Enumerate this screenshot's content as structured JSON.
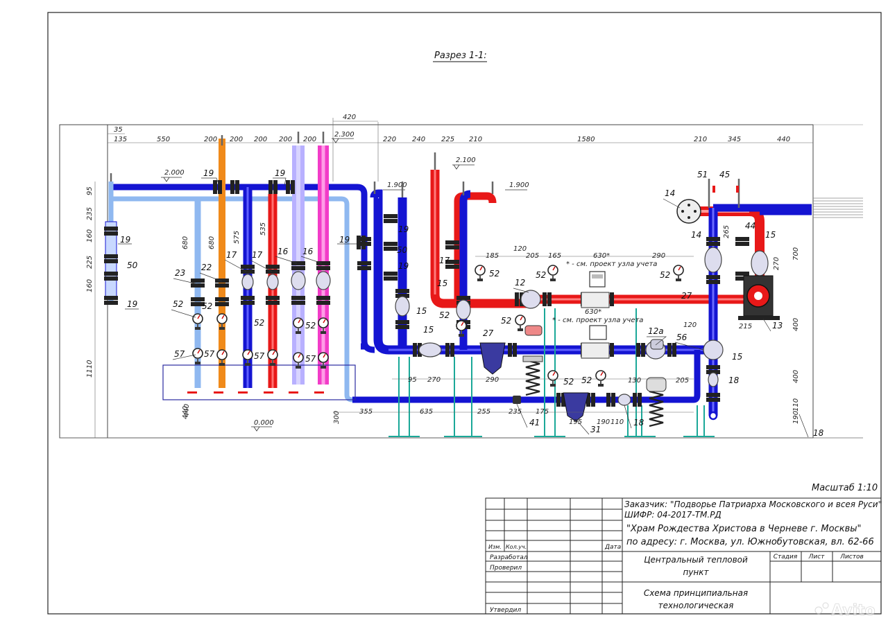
{
  "section_title": "Разрез 1-1:",
  "scale": "Масштаб 1:10",
  "elevations": [
    "2.000",
    "2.300",
    "2.100",
    "1.900",
    "1.900",
    "0.000"
  ],
  "top_dimensions": [
    "35",
    "135",
    "550",
    "200",
    "200",
    "200",
    "200",
    "200",
    "420",
    "220",
    "240",
    "225",
    "210",
    "1580",
    "210",
    "345",
    "440"
  ],
  "mid_dimensions": [
    "120",
    "185",
    "205",
    "165",
    "290",
    "630*",
    "630*",
    "130",
    "205",
    "120",
    "215"
  ],
  "bottom_dimensions": [
    "355",
    "635",
    "255",
    "235",
    "175",
    "195",
    "190",
    "110",
    "95",
    "270",
    "290",
    "300",
    "440"
  ],
  "side_dimensions": [
    "95",
    "235",
    "160",
    "225",
    "160",
    "1110",
    "680",
    "680",
    "575",
    "535",
    "440",
    "700",
    "400",
    "400",
    "190",
    "110",
    "265",
    "270"
  ],
  "notes": [
    "* - см. проект узла учета",
    "* - см. проект узла учета"
  ],
  "callouts": {
    "n19": "19",
    "n50": "50",
    "n23": "23",
    "n22": "22",
    "n17": "17",
    "n16": "16",
    "n52": "52",
    "n57": "57",
    "n15": "15",
    "n27": "27",
    "n12": "12",
    "n12a": "12а",
    "n41": "41",
    "n31": "31",
    "n18": "18",
    "n14": "14",
    "n51": "51",
    "n45": "45",
    "n44": "44",
    "n13": "13",
    "n56": "56"
  },
  "title_block": {
    "customer": "Заказчик: \"Подворье Патриарха Московского и всея Руси\"",
    "code": "ШИФР: 04-2017-ТМ.РД",
    "project": "\"Храм Рождества Христова в Черневе г. Москвы\"",
    "address": "по адресу: г. Москва, ул. Южнобутовская, вл. 62-66",
    "col_izm": "Изм.",
    "col_kol": "Кол.уч.",
    "col_data": "Дата",
    "row_razrab": "Разработал",
    "row_proveril": "Проверил",
    "row_utverdil": "Утвердил",
    "object_name_1": "Центральный тепловой",
    "object_name_2": "пункт",
    "col_stadiya": "Стадия",
    "col_list": "Лист",
    "col_listov": "Листов",
    "sheet_name_1": "Схема принципиальная",
    "sheet_name_2": "технологическая"
  },
  "watermark": "Avito",
  "colors": {
    "blue": "#1414d2",
    "light_blue": "#8fb8f0",
    "orange": "#f08a1a",
    "red": "#e81818",
    "lilac": "#b8b0ff",
    "magenta": "#f23cc8",
    "teal": "#1aa898",
    "navy": "#2a2aa0"
  },
  "icons": [
    "gauge-icon",
    "valve-icon",
    "filter-icon",
    "pump-icon",
    "flowmeter-icon",
    "spring-icon"
  ]
}
